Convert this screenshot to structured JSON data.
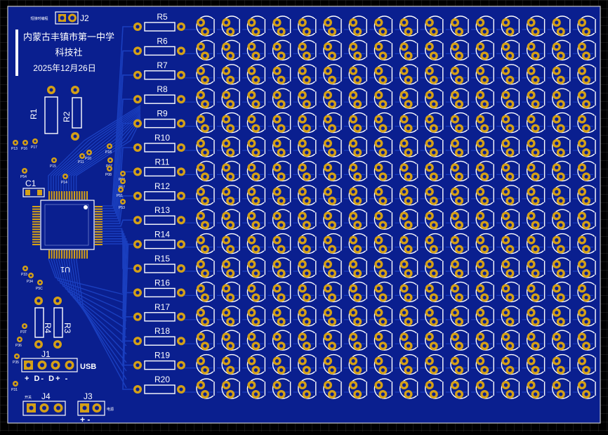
{
  "colors": {
    "background": "#000000",
    "grid": "#2a2a2a",
    "board": "#0a1f8f",
    "copper": "#1a3fbf",
    "pad": "#d4a017",
    "hole": "#0a1f8f",
    "silk": "#ffffff"
  },
  "board_text": {
    "school": "内蒙古丰镇市第一中学",
    "club": "科技社",
    "date": "2025年12月26日"
  },
  "j2": {
    "ref": "J2",
    "note": "短接时编程"
  },
  "resistors_left": [
    {
      "ref": "R1"
    },
    {
      "ref": "R2"
    },
    {
      "ref": "R4"
    },
    {
      "ref": "R3"
    }
  ],
  "resistors_column": [
    "R5",
    "R6",
    "R7",
    "R8",
    "R9",
    "R10",
    "R11",
    "R12",
    "R13",
    "R14",
    "R15",
    "R16",
    "R17",
    "R18",
    "R19",
    "R20"
  ],
  "led_matrix": {
    "rows": 16,
    "cols": 16
  },
  "ic": {
    "ref": "U1"
  },
  "capacitor": {
    "ref": "C1"
  },
  "j1": {
    "ref": "J1",
    "label": "USB",
    "pins": "+ D- D+ -"
  },
  "j4": {
    "ref": "J4",
    "note": "开关"
  },
  "j3": {
    "ref": "J3",
    "note": "电源",
    "pins": "+ -"
  },
  "test_points": [
    {
      "ref": "P13"
    },
    {
      "ref": "P16"
    },
    {
      "ref": "P17"
    },
    {
      "ref": "P15"
    },
    {
      "ref": "P14"
    },
    {
      "ref": "P11"
    },
    {
      "ref": "P10"
    },
    {
      "ref": "P18"
    },
    {
      "ref": "P07"
    },
    {
      "ref": "P08"
    },
    {
      "ref": "P54"
    },
    {
      "ref": "P52"
    },
    {
      "ref": "P57"
    },
    {
      "ref": "P51"
    },
    {
      "ref": "P53"
    },
    {
      "ref": "P33"
    },
    {
      "ref": "P34"
    },
    {
      "ref": "P5C"
    },
    {
      "ref": "P3T"
    },
    {
      "ref": "P36"
    },
    {
      "ref": "P35"
    },
    {
      "ref": "P31"
    }
  ]
}
